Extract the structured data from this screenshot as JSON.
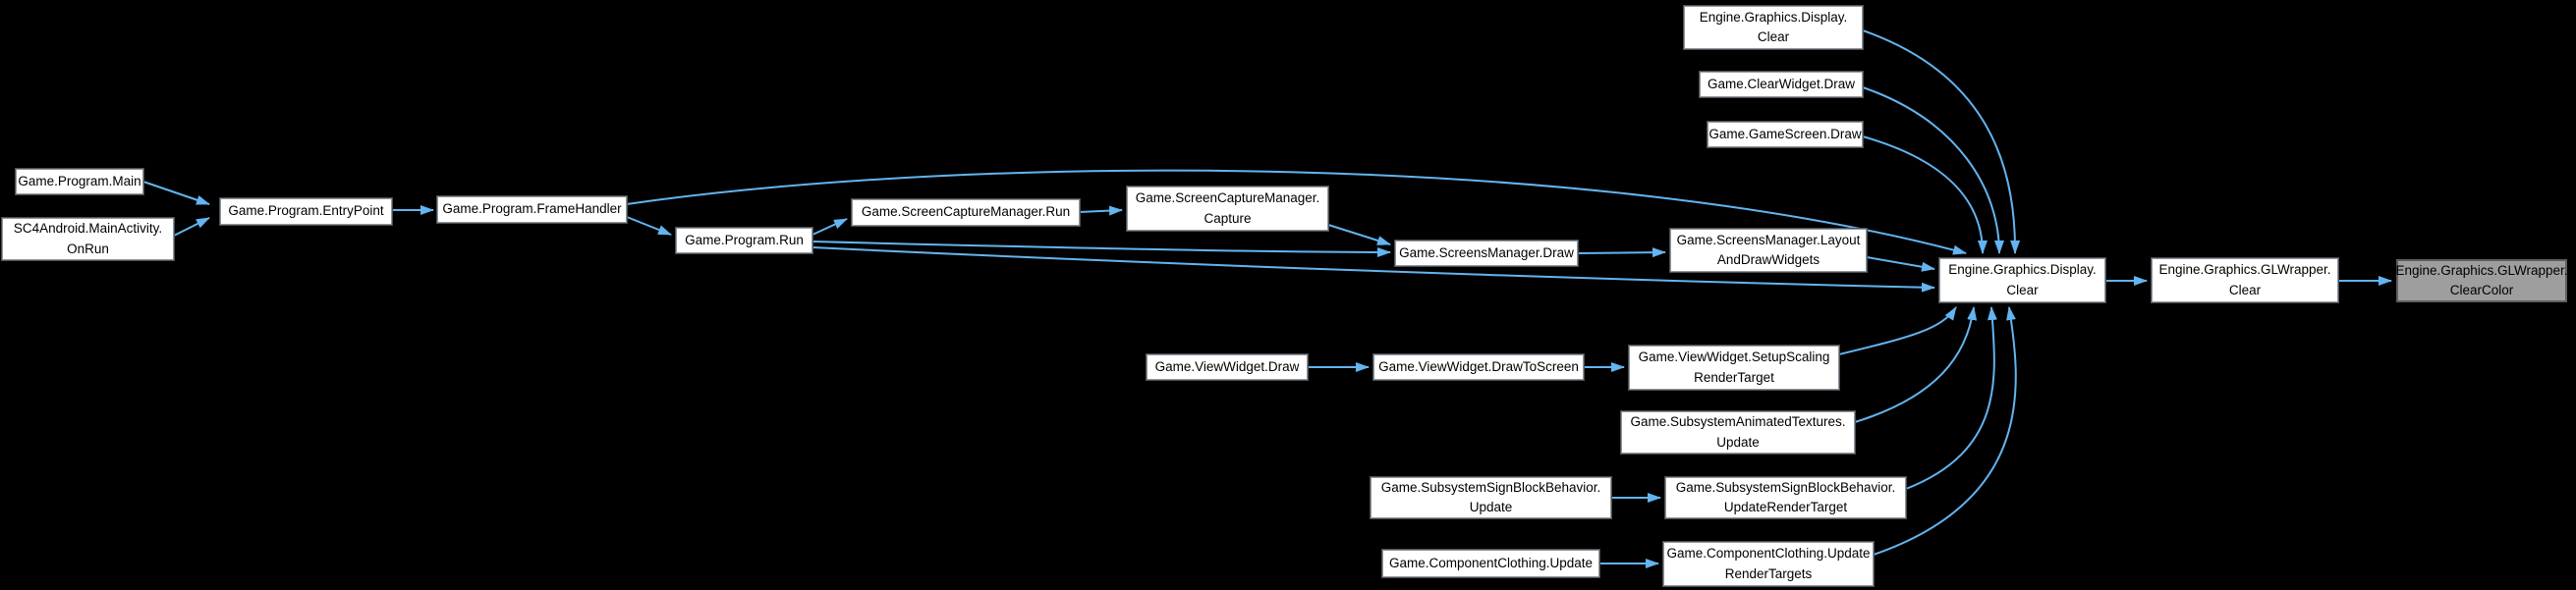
{
  "diagram": {
    "description": "Caller graph for Engine.Graphics.GLWrapper.ClearColor",
    "colors": {
      "background": "#000000",
      "edge": "#63b4f0",
      "node_fill": "#ffffff",
      "node_border": "#8f969c",
      "highlight_fill": "#9e9e9e",
      "highlight_border": "#5f5f5f",
      "text": "#000000"
    },
    "nodes": [
      {
        "id": "main",
        "lines": [
          "Game.Program.Main"
        ],
        "highlight": false
      },
      {
        "id": "onrun",
        "lines": [
          "SC4Android.MainActivity.",
          "OnRun"
        ],
        "highlight": false
      },
      {
        "id": "entrypoint",
        "lines": [
          "Game.Program.EntryPoint"
        ],
        "highlight": false
      },
      {
        "id": "framehandler",
        "lines": [
          "Game.Program.FrameHandler"
        ],
        "highlight": false
      },
      {
        "id": "run",
        "lines": [
          "Game.Program.Run"
        ],
        "highlight": false
      },
      {
        "id": "scmrun",
        "lines": [
          "Game.ScreenCaptureManager.Run"
        ],
        "highlight": false
      },
      {
        "id": "capture",
        "lines": [
          "Game.ScreenCaptureManager.",
          "Capture"
        ],
        "highlight": false
      },
      {
        "id": "screensdraw",
        "lines": [
          "Game.ScreensManager.Draw"
        ],
        "highlight": false
      },
      {
        "id": "layoutdraw",
        "lines": [
          "Game.ScreensManager.Layout",
          "AndDrawWidgets"
        ],
        "highlight": false
      },
      {
        "id": "topclear",
        "lines": [
          "Engine.Graphics.Display.",
          "Clear"
        ],
        "highlight": false
      },
      {
        "id": "clearwidget",
        "lines": [
          "Game.ClearWidget.Draw"
        ],
        "highlight": false
      },
      {
        "id": "gamescreen",
        "lines": [
          "Game.GameScreen.Draw"
        ],
        "highlight": false
      },
      {
        "id": "displayclear",
        "lines": [
          "Engine.Graphics.Display.",
          "Clear"
        ],
        "highlight": false
      },
      {
        "id": "glclear",
        "lines": [
          "Engine.Graphics.GLWrapper.",
          "Clear"
        ],
        "highlight": false
      },
      {
        "id": "clearcolor",
        "lines": [
          "Engine.Graphics.GLWrapper.",
          "ClearColor"
        ],
        "highlight": true
      },
      {
        "id": "vwdraw",
        "lines": [
          "Game.ViewWidget.Draw"
        ],
        "highlight": false
      },
      {
        "id": "vwdts",
        "lines": [
          "Game.ViewWidget.DrawToScreen"
        ],
        "highlight": false
      },
      {
        "id": "vwsetup",
        "lines": [
          "Game.ViewWidget.SetupScaling",
          "RenderTarget"
        ],
        "highlight": false
      },
      {
        "id": "animtex",
        "lines": [
          "Game.SubsystemAnimatedTextures.",
          "Update"
        ],
        "highlight": false
      },
      {
        "id": "signupdate",
        "lines": [
          "Game.SubsystemSignBlockBehavior.",
          "Update"
        ],
        "highlight": false
      },
      {
        "id": "signrt",
        "lines": [
          "Game.SubsystemSignBlockBehavior.",
          "UpdateRenderTarget"
        ],
        "highlight": false
      },
      {
        "id": "clothing",
        "lines": [
          "Game.ComponentClothing.Update"
        ],
        "highlight": false
      },
      {
        "id": "clothingrt",
        "lines": [
          "Game.ComponentClothing.Update",
          "RenderTargets"
        ],
        "highlight": false
      }
    ],
    "edges": [
      {
        "from": "main",
        "to": "entrypoint"
      },
      {
        "from": "onrun",
        "to": "entrypoint"
      },
      {
        "from": "entrypoint",
        "to": "framehandler"
      },
      {
        "from": "framehandler",
        "to": "run"
      },
      {
        "from": "framehandler",
        "to": "displayclear"
      },
      {
        "from": "run",
        "to": "scmrun"
      },
      {
        "from": "run",
        "to": "screensdraw"
      },
      {
        "from": "run",
        "to": "displayclear"
      },
      {
        "from": "scmrun",
        "to": "capture"
      },
      {
        "from": "capture",
        "to": "screensdraw"
      },
      {
        "from": "screensdraw",
        "to": "layoutdraw"
      },
      {
        "from": "layoutdraw",
        "to": "displayclear"
      },
      {
        "from": "topclear",
        "to": "displayclear"
      },
      {
        "from": "clearwidget",
        "to": "displayclear"
      },
      {
        "from": "gamescreen",
        "to": "displayclear"
      },
      {
        "from": "vwdraw",
        "to": "vwdts"
      },
      {
        "from": "vwdts",
        "to": "vwsetup"
      },
      {
        "from": "vwsetup",
        "to": "displayclear"
      },
      {
        "from": "animtex",
        "to": "displayclear"
      },
      {
        "from": "signupdate",
        "to": "signrt"
      },
      {
        "from": "signrt",
        "to": "displayclear"
      },
      {
        "from": "clothing",
        "to": "clothingrt"
      },
      {
        "from": "clothingrt",
        "to": "displayclear"
      },
      {
        "from": "displayclear",
        "to": "glclear"
      },
      {
        "from": "glclear",
        "to": "clearcolor"
      }
    ]
  }
}
